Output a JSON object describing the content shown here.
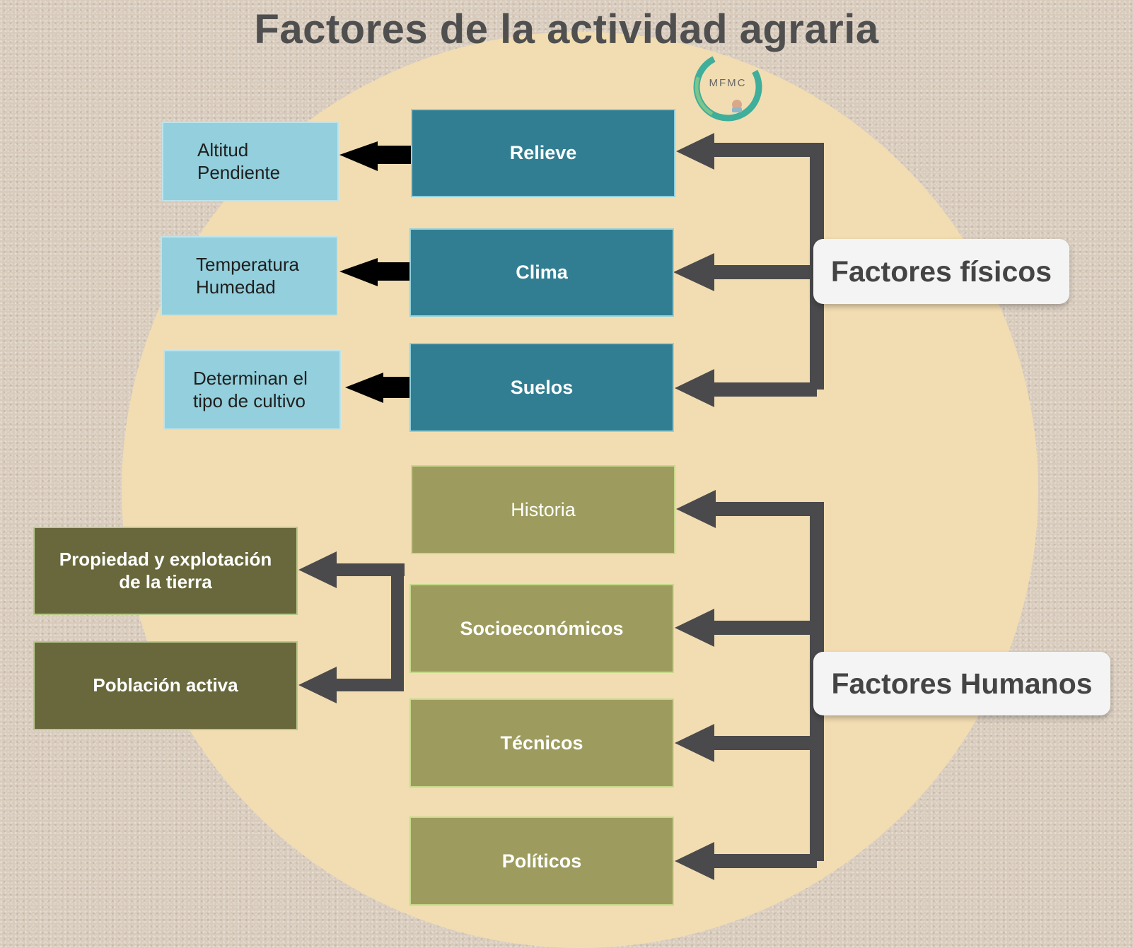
{
  "title": "Factores de la actividad agraria",
  "logo": {
    "text": "MFMC",
    "icon": "mfmc-logo-icon"
  },
  "physical": {
    "label": "Factores físicos",
    "factors": [
      {
        "name": "Relieve",
        "detail": "Altitud\nPendiente"
      },
      {
        "name": "Clima",
        "detail": "Temperatura\nHumedad"
      },
      {
        "name": "Suelos",
        "detail": "Determinan el\ntipo de cultivo"
      }
    ]
  },
  "human": {
    "label": "Factores Humanos",
    "factors": [
      "Historia",
      "Socioeconómicos",
      "Técnicos",
      "Políticos"
    ],
    "socioeconomic_details": [
      "Propiedad y explotación\nde la tierra",
      "Población activa"
    ]
  },
  "colors": {
    "physical_factor": "#317e92",
    "physical_detail": "#93cfdc",
    "human_factor": "#9d9c5e",
    "human_detail": "#68683c",
    "connector": "#4a4a4c",
    "detail_arrow": "#000000",
    "background_circle": "#f2ddb2"
  }
}
